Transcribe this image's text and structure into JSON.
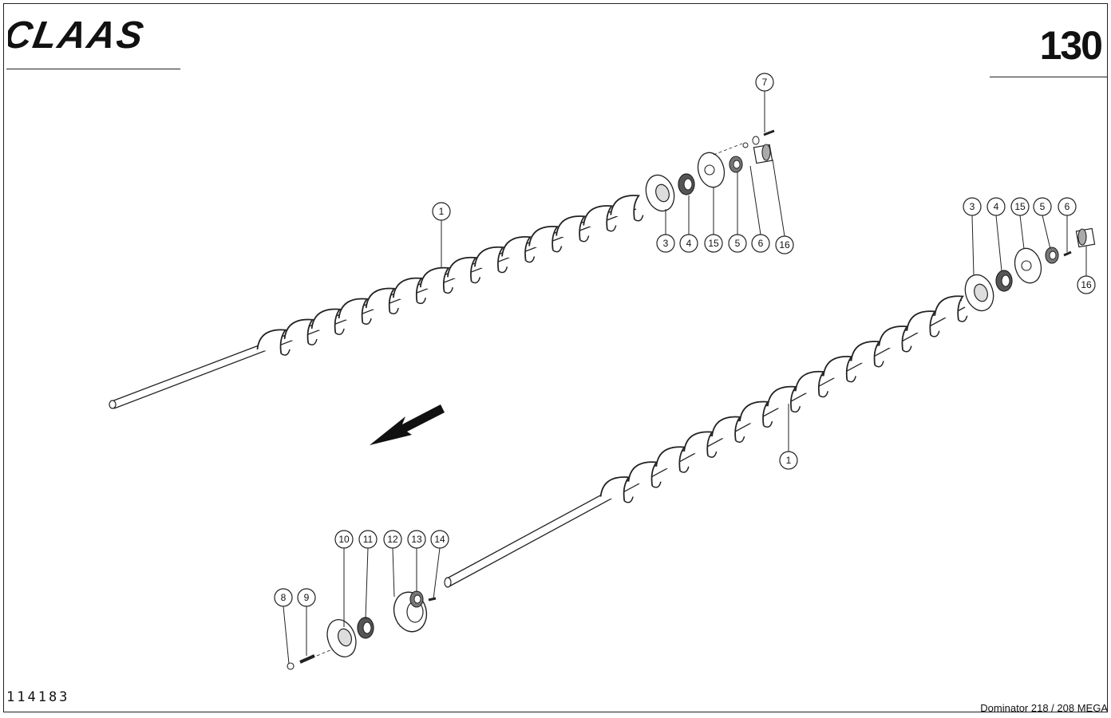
{
  "header": {
    "brand_logo": "CLAAS",
    "page_number": "130"
  },
  "footer": {
    "drawing_number": "114183",
    "model": "Dominator 218 / 208 MEGA"
  },
  "diagram": {
    "icons": [
      "auger-shaft",
      "flange-bearing",
      "bearing",
      "bearing-housing",
      "bushing",
      "bolt",
      "washer",
      "direction-arrow"
    ],
    "callouts_upper_auger": [
      "1",
      "3",
      "4",
      "15",
      "5",
      "6",
      "16",
      "7"
    ],
    "callouts_lower_auger_right": [
      "3",
      "4",
      "15",
      "5",
      "6",
      "16",
      "1"
    ],
    "callouts_lower_auger_left": [
      "8",
      "9",
      "10",
      "11",
      "12",
      "13",
      "14"
    ]
  }
}
